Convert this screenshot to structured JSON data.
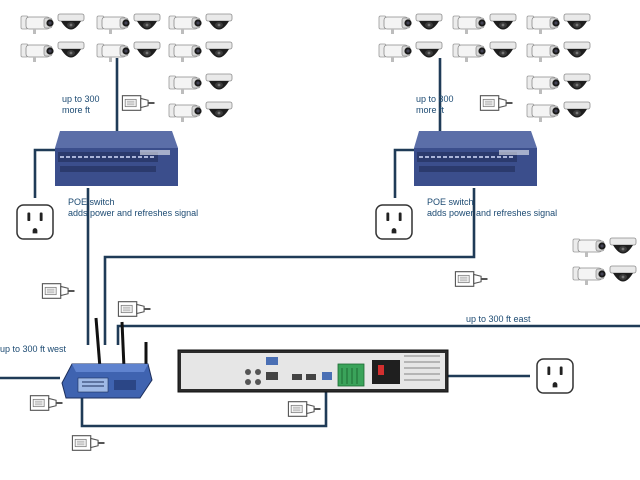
{
  "labels": {
    "left_extension": "up to 300\nmore ft",
    "right_extension": "up to 300\nmore ft",
    "left_switch_caption": "POE switch\nadds power and refreshes signal",
    "right_switch_caption": "POE switch\nadds power and refreshes signal",
    "east_run": "up to 300 ft east",
    "west_run": "up to 300 ft west"
  },
  "colors": {
    "cable": "#1f3b57",
    "text": "#1c4a72",
    "switch_body": "#3b4e8c",
    "router_body": "#3f63b0",
    "nvr_body": "#2b2b2b"
  },
  "icons": {
    "camera": "bullet-camera-icon",
    "dome": "dome-camera-icon",
    "plug": "ethernet-plug-icon",
    "outlet": "wall-outlet-icon",
    "switch": "poe-switch-icon",
    "router": "wireless-router-icon",
    "nvr": "nvr-recorder-icon"
  }
}
